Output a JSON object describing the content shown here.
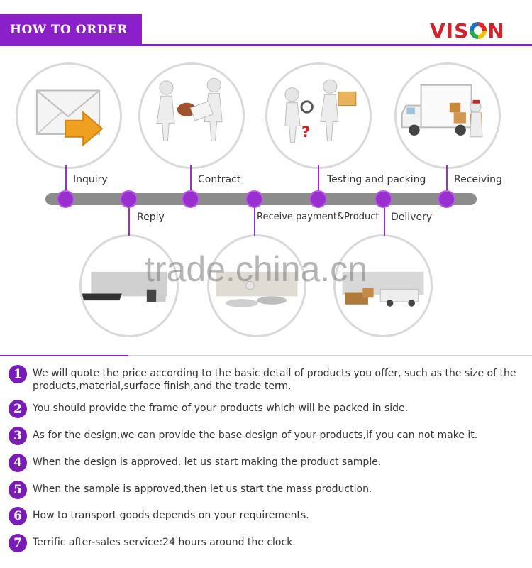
{
  "header": {
    "title": "HOW TO ORDER",
    "logo_left": "VIS",
    "logo_right": "N",
    "accent_color": "#8b1fc9"
  },
  "steps": [
    {
      "label": "Inquiry",
      "icon": "envelope-arrow-icon"
    },
    {
      "label": "Reply",
      "icon": "computer-desk-icon"
    },
    {
      "label": "Contract",
      "icon": "handshake-figures-icon"
    },
    {
      "label": "Receive payment&Product",
      "icon": "production-figures-icon"
    },
    {
      "label": "Testing and packing",
      "icon": "inspection-figures-icon"
    },
    {
      "label": "Delivery",
      "icon": "truck-cargo-icon"
    },
    {
      "label": "Receiving",
      "icon": "delivery-truck-icon"
    }
  ],
  "watermark": "trade.china.cn",
  "notes": [
    {
      "num": "1",
      "text": "We will quote the price according to the basic detail of products you offer, such as the size of the products,material,surface finish,and the trade term."
    },
    {
      "num": "2",
      "text": "You should provide the frame of your products which will be packed in side."
    },
    {
      "num": "3",
      "text": "As for the design,we can provide the base design of your products,if you can not make it."
    },
    {
      "num": "4",
      "text": "When the design is approved, let us start making the product sample."
    },
    {
      "num": "5",
      "text": "When the sample is approved,then let us start the mass production."
    },
    {
      "num": "6",
      "text": "How to transport goods depends on your requirements."
    },
    {
      "num": "7",
      "text": "Terrific after-sales service:24 hours around the clock."
    }
  ]
}
